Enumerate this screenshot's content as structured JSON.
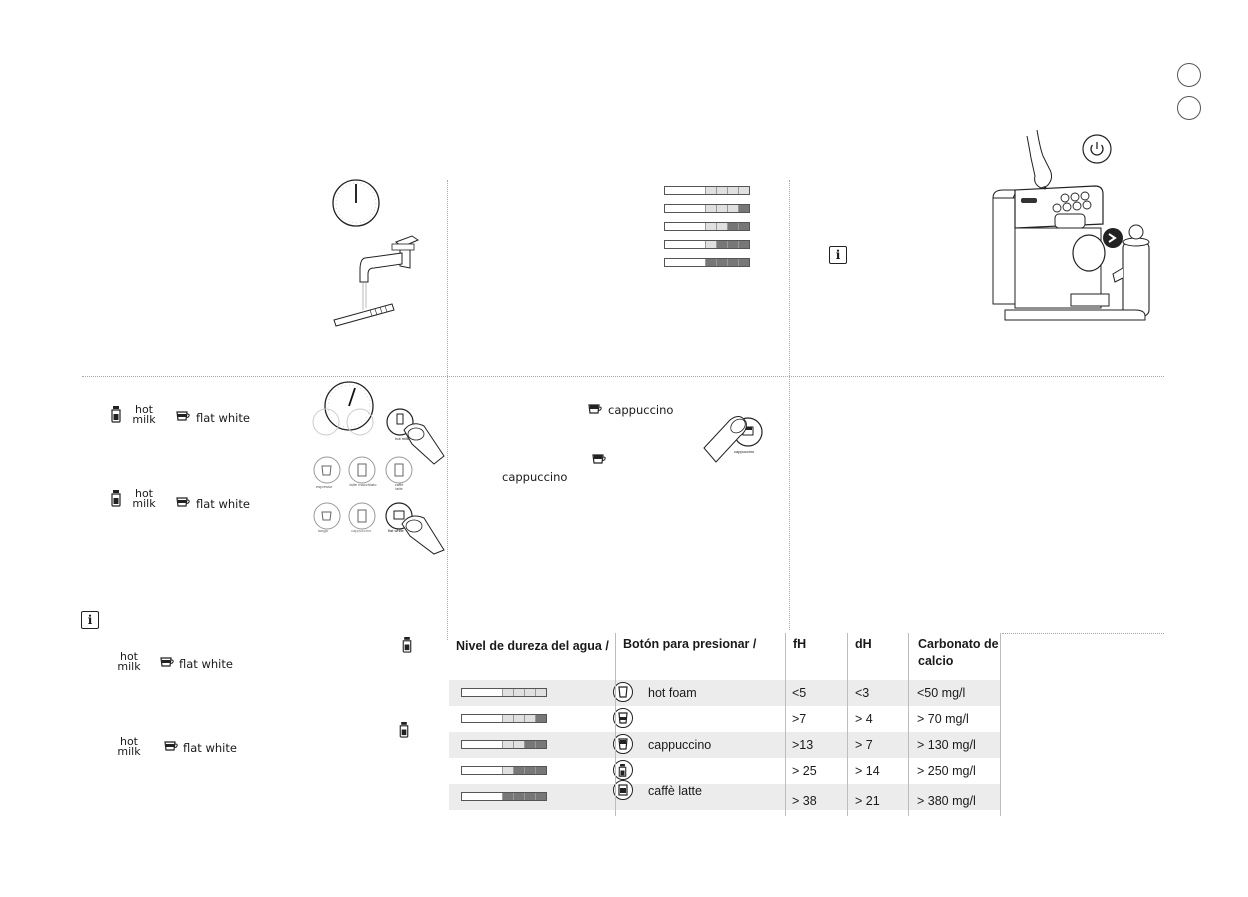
{
  "quick_labels": {
    "hot": "hot",
    "milk": "milk",
    "flat_white": "flat white",
    "cappuccino": "cappuccino"
  },
  "hardness_legend_bars": [
    {
      "dark_segments": 0
    },
    {
      "dark_segments": 1
    },
    {
      "dark_segments": 2
    },
    {
      "dark_segments": 3
    },
    {
      "dark_segments": 4
    }
  ],
  "panel_button_labels": {
    "hot_milk": "hot milk",
    "espresso": "espresso",
    "latte_macchiato": "latte macchiato",
    "caffe_latte": "caffè latte",
    "lungo": "lungo",
    "cappuccino": "cappuccino",
    "flat_white": "flat white"
  },
  "table": {
    "headers": {
      "level": "Nivel de dureza del agua /",
      "button": "Botón para presionar /",
      "fh": "fH",
      "dh": "dH",
      "calcium_line1": "Carbonato de",
      "calcium_line2": "calcio"
    },
    "rows": [
      {
        "dark_segments": 0,
        "icon": "cup-empty-icon",
        "button_label": "hot foam",
        "fh": "<5",
        "dh": "<3",
        "calcium": "<50 mg/l"
      },
      {
        "dark_segments": 1,
        "icon": "cup-half-icon",
        "button_label": "",
        "fh": ">7",
        "dh": "> 4",
        "calcium": "> 70 mg/l"
      },
      {
        "dark_segments": 2,
        "icon": "cappuccino-cup-icon",
        "button_label": "cappuccino",
        "fh": ">13",
        "dh": "> 7",
        "calcium": "> 130 mg/l"
      },
      {
        "dark_segments": 3,
        "icon": "milk-bottle-icon",
        "button_label": "",
        "fh": "> 25",
        "dh": "> 14",
        "calcium": "> 250 mg/l"
      },
      {
        "dark_segments": 4,
        "icon": "glass-icon",
        "button_label": "caffè latte",
        "fh": "> 38",
        "dh": "> 21",
        "calcium": "> 380 mg/l"
      }
    ]
  },
  "colors": {
    "shade": "#ececec",
    "dark_segment": "#777777",
    "light_segment": "#e0e0e0",
    "divider": "#a8a8a8"
  }
}
